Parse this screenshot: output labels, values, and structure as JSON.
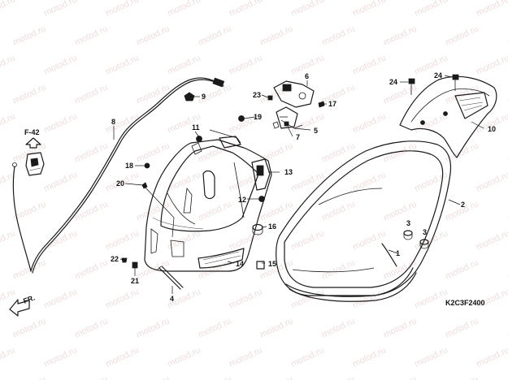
{
  "watermark": {
    "text": "motod.ru"
  },
  "refs": {
    "frame_ref": "F-42",
    "front_marker": "FR."
  },
  "diagram_code": "K2C3F2400",
  "callouts": [
    "1",
    "2",
    "3",
    "3",
    "4",
    "5",
    "6",
    "7",
    "8",
    "9",
    "10",
    "11",
    "12",
    "13",
    "14",
    "15",
    "16",
    "17",
    "18",
    "19",
    "20",
    "21",
    "22",
    "23",
    "24",
    "24"
  ],
  "colors": {
    "line": "#1a1a1a",
    "watermark": "#e3c2c2"
  }
}
